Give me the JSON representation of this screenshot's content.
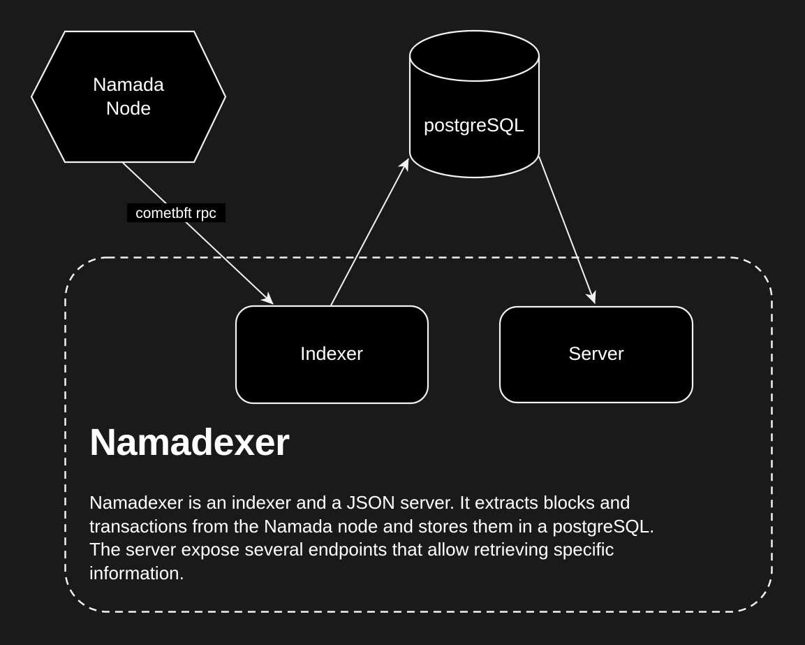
{
  "colors": {
    "background": "#1a1a1a",
    "shape_fill": "#000000",
    "stroke": "#f2f2f2",
    "text": "#ffffff"
  },
  "nodes": {
    "namada_node": {
      "label_line1": "Namada",
      "label_line2": "Node",
      "shape": "hexagon"
    },
    "postgresql": {
      "label": "postgreSQL",
      "shape": "cylinder"
    },
    "indexer": {
      "label": "Indexer",
      "shape": "rounded-rect"
    },
    "server": {
      "label": "Server",
      "shape": "rounded-rect"
    }
  },
  "edges": {
    "namada_to_indexer": {
      "label": "cometbft rpc",
      "from": "namada_node",
      "to": "indexer"
    },
    "indexer_to_postgresql": {
      "from": "indexer",
      "to": "postgresql"
    },
    "postgresql_to_server": {
      "from": "postgresql",
      "to": "server"
    }
  },
  "container": {
    "title": "Namadexer",
    "description_lines": [
      "Namadexer is an indexer and a JSON server. It extracts blocks and",
      "transactions from the Namada node and stores them in a postgreSQL.",
      "The server expose several endpoints that allow retrieving specific",
      "information."
    ]
  }
}
